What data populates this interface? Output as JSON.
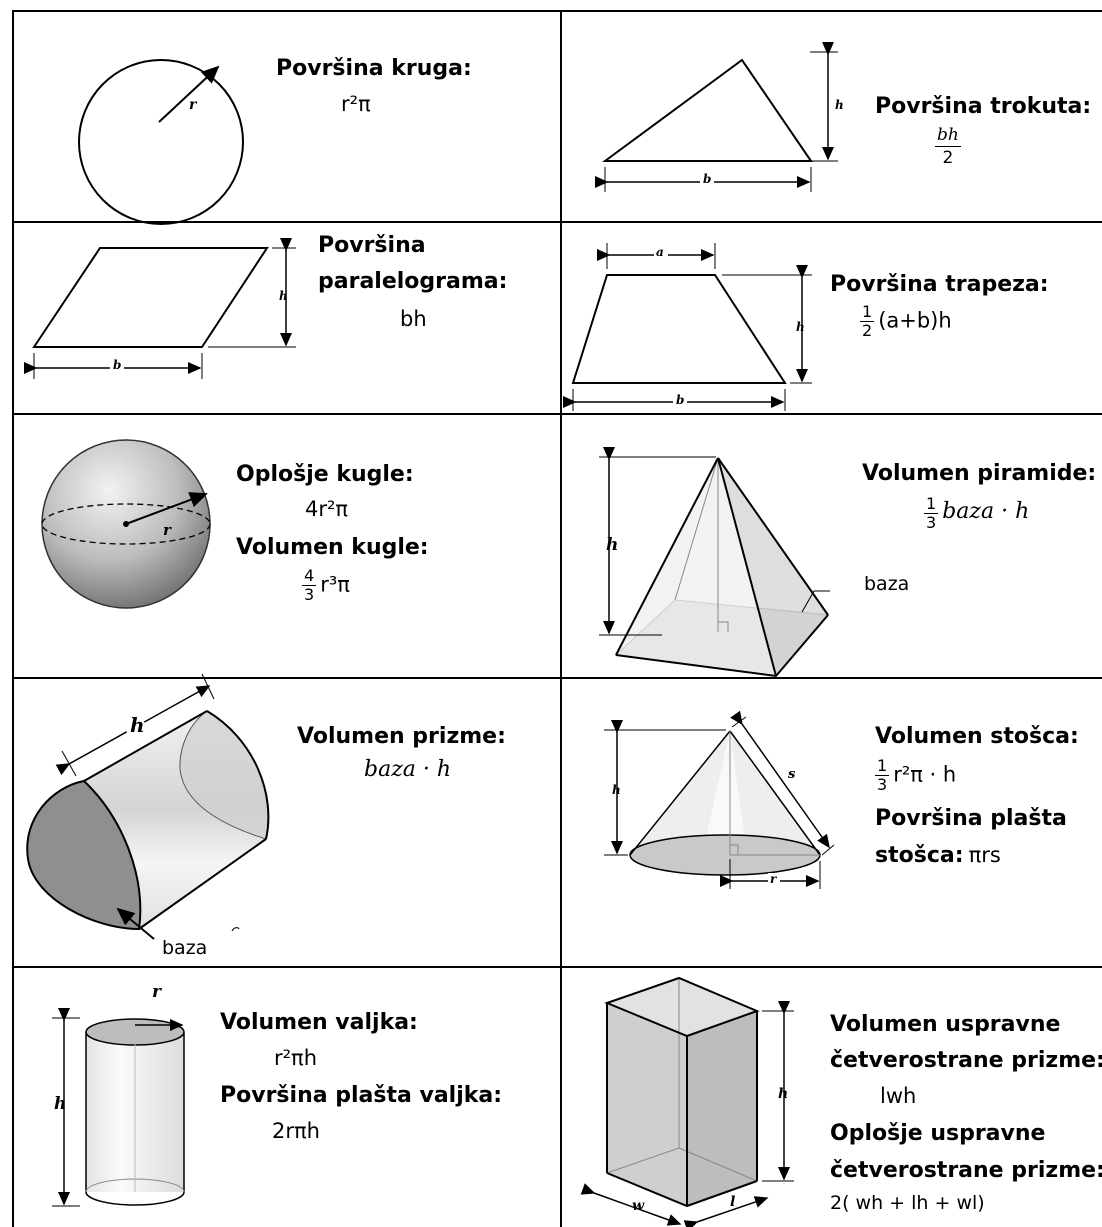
{
  "cells": {
    "circle": {
      "title": "Površina kruga:",
      "formula": "r²π",
      "label_r": "r"
    },
    "triangle": {
      "title": "Površina trokuta:",
      "frac_num": "bh",
      "frac_den": "2",
      "label_h": "h",
      "label_b": "b"
    },
    "parallelogram": {
      "title_line1": "Površina",
      "title_line2": "paralelograma:",
      "formula": "bh",
      "label_h": "h",
      "label_b": "b"
    },
    "trapezoid": {
      "title": "Površina trapeza:",
      "frac_num": "1",
      "frac_den": "2",
      "formula": "(a+b)h",
      "label_a": "a",
      "label_h": "h",
      "label_b": "b"
    },
    "sphere": {
      "title1": "Oplošje kugle:",
      "formula1": "4r²π",
      "title2": "Volumen kugle:",
      "frac_num": "4",
      "frac_den": "3",
      "formula2": "r³π",
      "label_r": "r"
    },
    "pyramid": {
      "title": "Volumen piramide:",
      "frac_num": "1",
      "frac_den": "3",
      "formula": "baza · h",
      "base_label": "baza",
      "label_h": "h"
    },
    "prism": {
      "title": "Volumen prizme:",
      "formula": "baza · h",
      "base_label": "baza",
      "label_h": "h"
    },
    "cone": {
      "title1": "Volumen stošca:",
      "frac_num": "1",
      "frac_den": "3",
      "formula1": "r²π · h",
      "title2_line1": "Površina plašta",
      "title2_line2": "stošca:",
      "formula2": "πrs",
      "label_h": "h",
      "label_s": "s",
      "label_r": "r"
    },
    "cylinder": {
      "title1": "Volumen valjka:",
      "formula1": "r²πh",
      "title2": "Površina plašta valjka:",
      "formula2": "2rπh",
      "label_r": "r",
      "label_h": "h"
    },
    "box": {
      "title1_line1": "Volumen uspravne",
      "title1_line2": "četverostrane prizme:",
      "formula1": "lwh",
      "title2_line1": "Oplošje uspravne",
      "title2_line2": "četverostrane prizme:",
      "formula2": "2( wh + lh + wl)",
      "label_h": "h",
      "label_w": "w",
      "label_l": "l"
    }
  }
}
